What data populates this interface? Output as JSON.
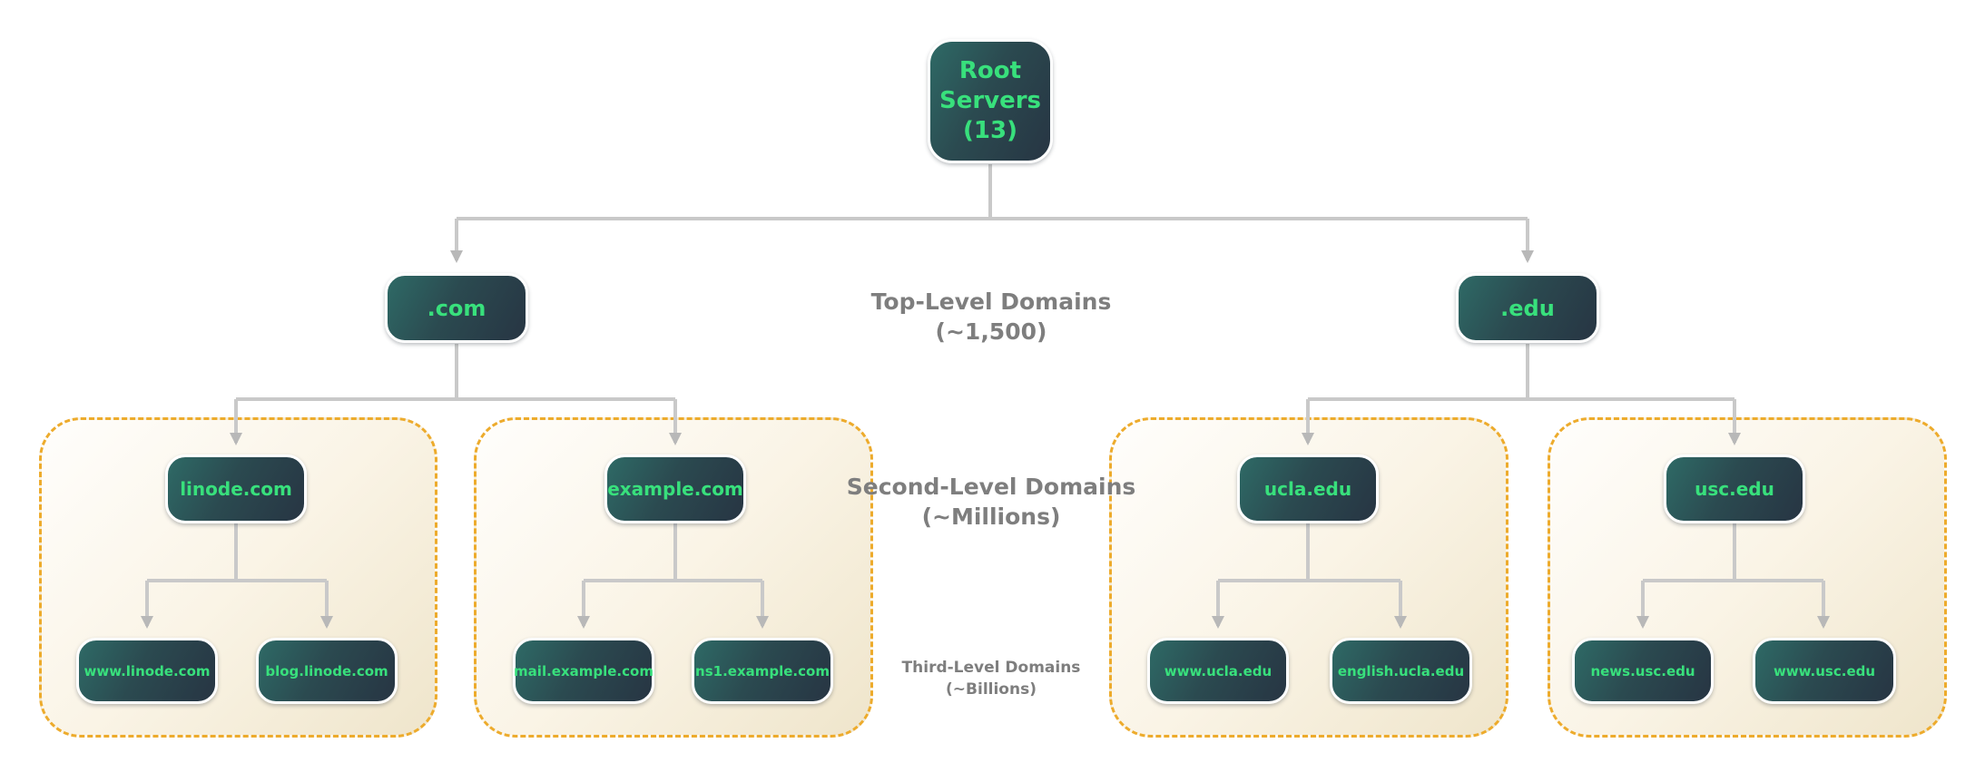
{
  "diagram_title": "DNS domain hierarchy",
  "nodes": {
    "root": "Root Servers (13)",
    "com": ".com",
    "edu": ".edu",
    "linode": "linode.com",
    "example": "example.com",
    "ucla": "ucla.edu",
    "usc": "usc.edu",
    "www_linode": "www.linode.com",
    "blog_linode": "blog.linode.com",
    "mail_example": "mail.example.com",
    "ns1_example": "ns1.example.com",
    "www_ucla": "www.ucla.edu",
    "english_ucla": "english.ucla.edu",
    "news_usc": "news.usc.edu",
    "www_usc": "www.usc.edu"
  },
  "labels": {
    "tld": {
      "line1": "Top-Level Domains",
      "line2": "(~1,500)"
    },
    "sld": {
      "line1": "Second-Level Domains",
      "line2": "(~Millions)"
    },
    "third": {
      "line1": "Third-Level Domains",
      "line2": "(~Billions)"
    }
  },
  "colors": {
    "background": "#ffffff",
    "node_gradient_start": "#2e6a66",
    "node_gradient_end": "#273543",
    "node_text_green": "#38e07c",
    "node_border_white": "#ffffff",
    "connector_gray": "#c9c9c9",
    "arrowhead_gray": "#b8b8b8",
    "level_label_gray": "#7e7e7e",
    "zone_border_orange": "#edab2c",
    "zone_fill_start": "#fffefc",
    "zone_fill_end": "#efe5cb"
  }
}
